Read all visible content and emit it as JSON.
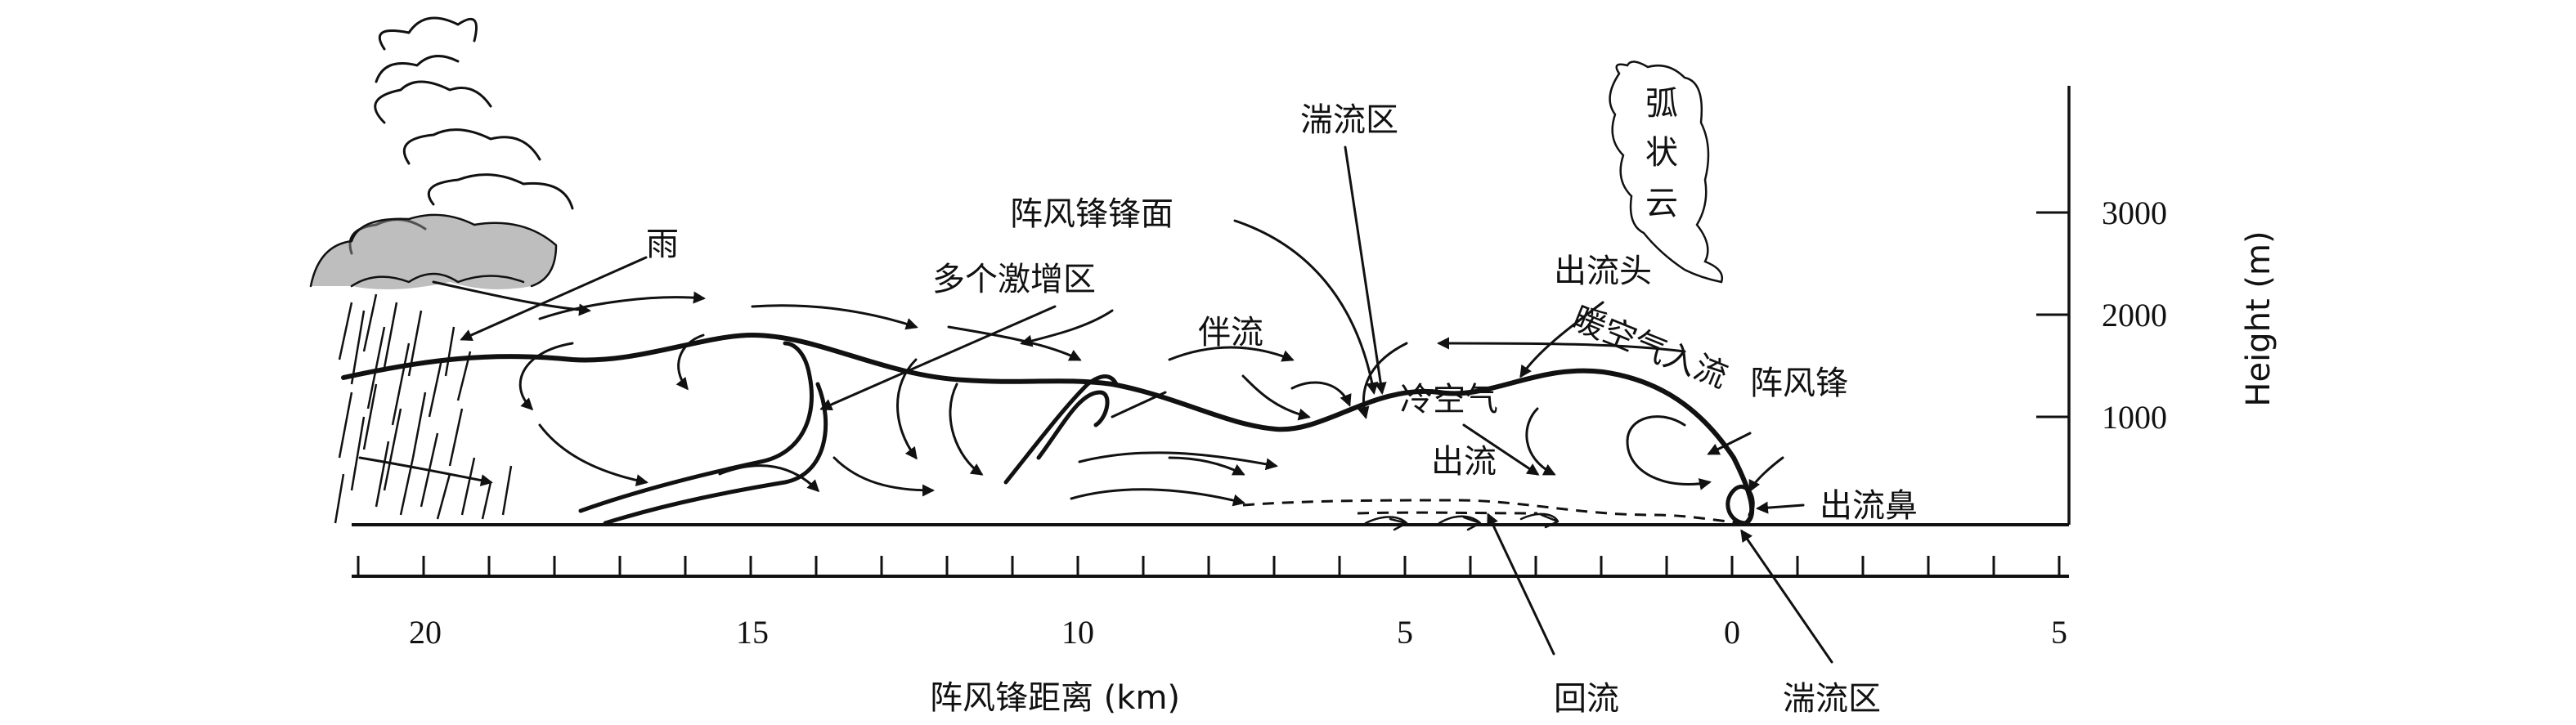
{
  "labels": {
    "rain": "雨",
    "multi_surge": "多个激增区",
    "gust_front_face": "阵风锋锋面",
    "turbulence_top": "湍流区",
    "arc_cloud": "弧状云",
    "arc_cloud_chars": [
      "弧",
      "状",
      "云"
    ],
    "outflow_head": "出流头",
    "warm_inflow": "暖空气入流",
    "accompanying_flow": "伴流",
    "gust_front": "阵风锋",
    "cold_air": "冷空气",
    "outflow": "出流",
    "outflow_nose": "出流鼻",
    "backflow": "回流",
    "turbulence_bottom": "湍流区"
  },
  "x_axis": {
    "title": "阵风锋距离 (km)",
    "tick_labels": [
      "20",
      "15",
      "10",
      "5",
      "0",
      "5"
    ]
  },
  "y_axis": {
    "title": "Height (m)",
    "tick_labels": [
      "1000",
      "2000",
      "3000"
    ]
  }
}
